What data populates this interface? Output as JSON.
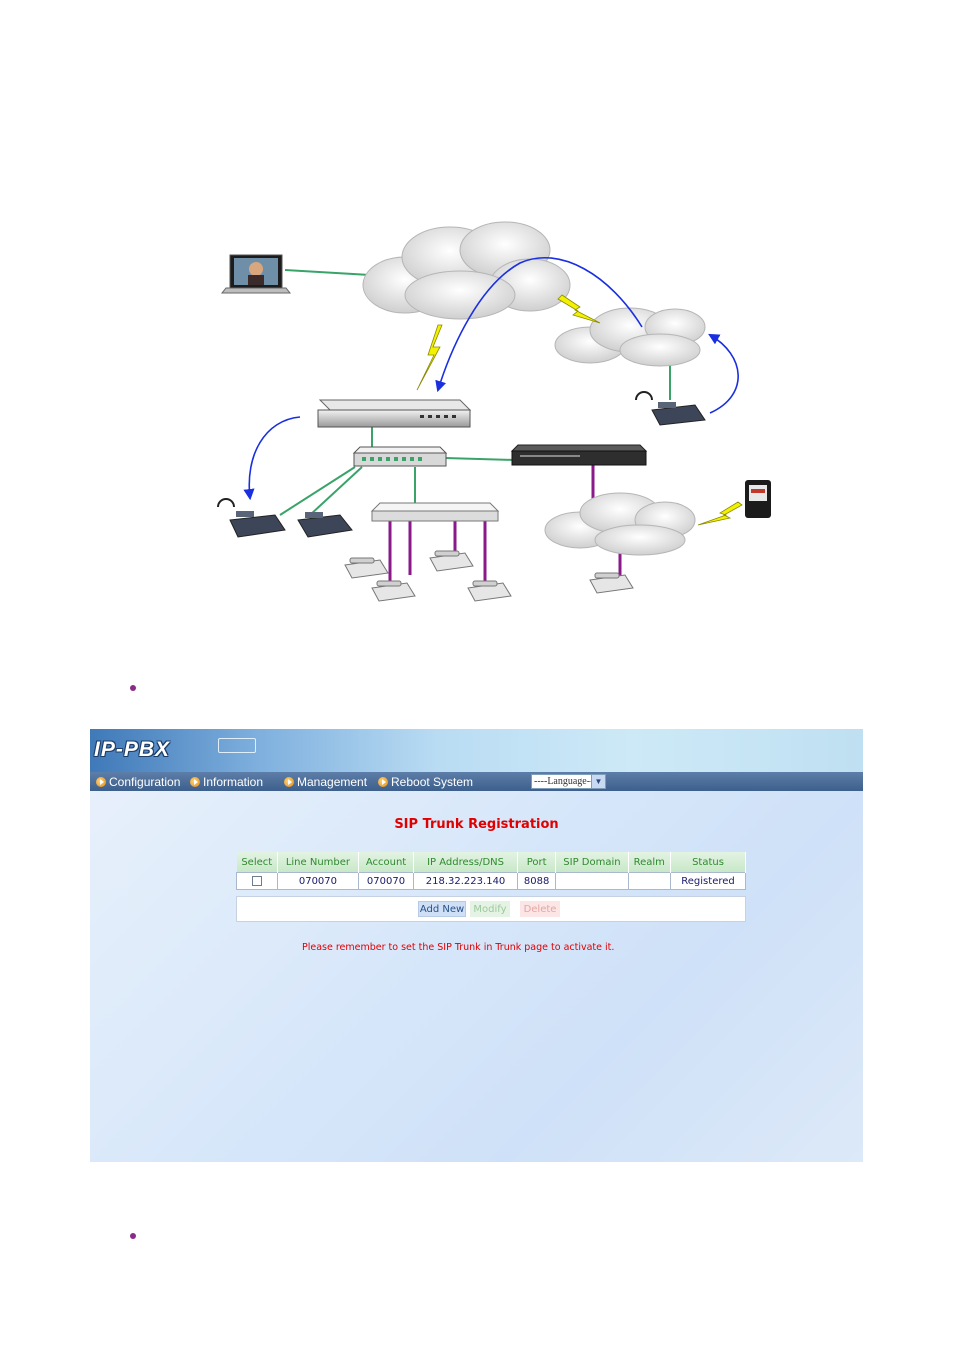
{
  "pbx": {
    "logo": "IP-PBX",
    "menu": [
      "Configuration",
      "Information",
      "Management",
      "Reboot System"
    ],
    "language_select": "----Language----",
    "title": "SIP Trunk Registration",
    "table": {
      "headers": [
        "Select",
        "Line Number",
        "Account",
        "IP Address/DNS",
        "Port",
        "SIP Domain",
        "Realm",
        "Status"
      ],
      "rows": [
        {
          "line_number": "070070",
          "account": "070070",
          "ip": "218.32.223.140",
          "port": "8088",
          "sip_domain": "",
          "realm": "",
          "status": "Registered"
        }
      ]
    },
    "buttons": {
      "add": "Add New",
      "modify": "Modify",
      "delete": "Delete"
    },
    "note": "Please remember to set the SIP Trunk in Trunk page to activate it."
  },
  "colors": {
    "bullet": "#8a2b8c",
    "title_red": "#e00000",
    "header_green": "#2f8a2f",
    "arrow_blue": "#1a2fe0",
    "link_green": "#3aa36a",
    "trunk_purple": "#8a1a8a"
  }
}
